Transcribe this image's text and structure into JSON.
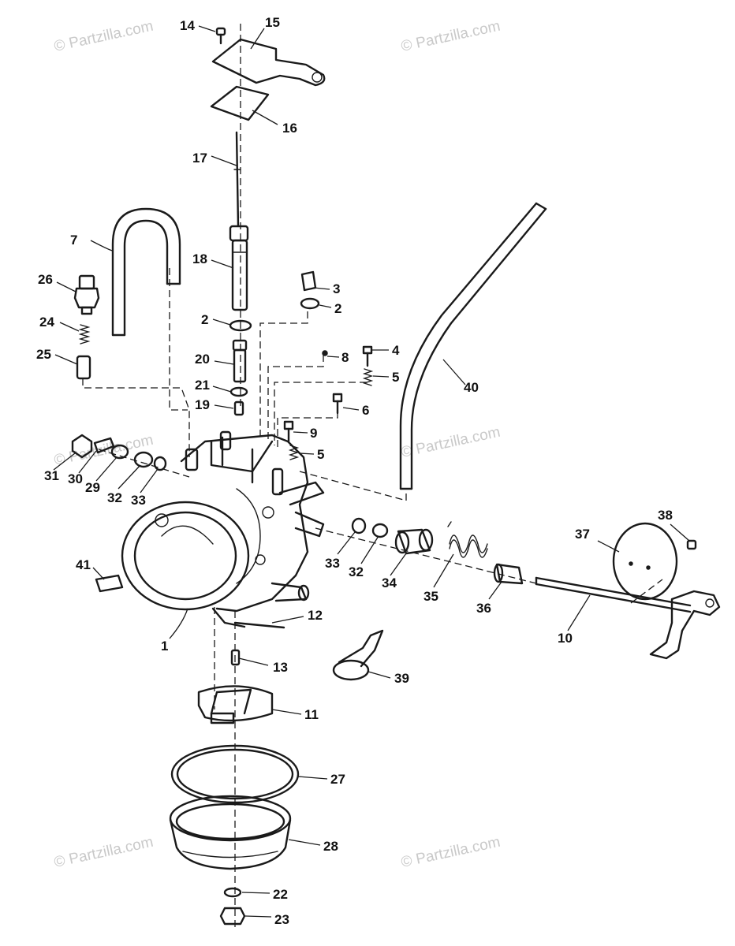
{
  "watermark": {
    "text": "© Partzilla.com"
  },
  "callouts": [
    "14",
    "15",
    "16",
    "17",
    "7",
    "18",
    "26",
    "3",
    "2",
    "2",
    "24",
    "8",
    "4",
    "25",
    "20",
    "5",
    "40",
    "21",
    "19",
    "6",
    "9",
    "5",
    "31",
    "30",
    "29",
    "32",
    "33",
    "33",
    "32",
    "34",
    "35",
    "36",
    "37",
    "38",
    "41",
    "12",
    "10",
    "1",
    "13",
    "39",
    "11",
    "27",
    "28",
    "22",
    "23"
  ]
}
